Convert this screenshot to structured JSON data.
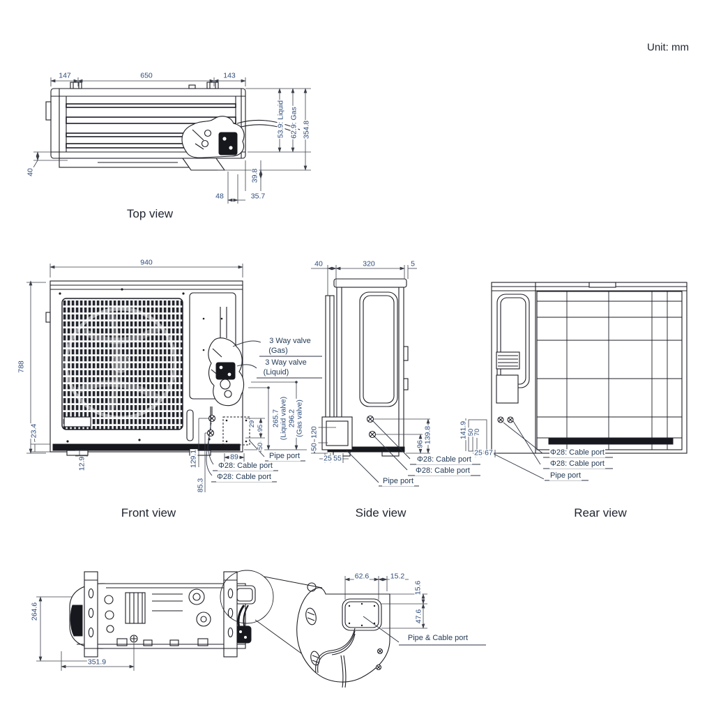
{
  "unit_note": "Unit: mm",
  "colors": {
    "line": "#1c1d24",
    "dim_line": "#3a3f49",
    "dim_text": "#2d4b78",
    "label_text": "#233a55"
  },
  "top": {
    "title": "Top view",
    "dims": {
      "w_left": "147",
      "w_mid": "650",
      "w_right": "143",
      "liquid": "53.9: Liquid",
      "gas": "62.9: Gas",
      "depth": "354.8",
      "h40": "40",
      "h48": "48",
      "h35_7": "35.7",
      "h39_8": "39.8"
    }
  },
  "front": {
    "title": "Front view",
    "dims": {
      "w": "940",
      "h": "788",
      "base_h": "23.4",
      "foot_h": "12.9",
      "port1_h": "129.1",
      "port2_h": "85.3",
      "box_w": "89",
      "p29": "29",
      "p95": "95",
      "p50": "50",
      "liquid_h": "265.7",
      "liquid_note": "(Liquid valve)",
      "gas_h": "296.2",
      "gas_note": "(Gas valve)"
    },
    "labels": {
      "valve_gas_line1": "3 Way valve",
      "valve_gas_line2": "(Gas)",
      "valve_liquid_line1": "3 Way valve",
      "valve_liquid_line2": "(Liquid)",
      "pipe_port": "Pipe port",
      "cable_port_1": "Φ28: Cable port",
      "cable_port_2": "Φ28: Cable port"
    }
  },
  "side": {
    "title": "Side view",
    "dims": {
      "d40": "40",
      "d320": "320",
      "d5": "5",
      "d120": "120",
      "d50": "50",
      "d25": "25",
      "d55": "55",
      "d96": "96",
      "d139_8": "139.8"
    },
    "labels": {
      "cable_port_1": "Φ28: Cable port",
      "cable_port_2": "Φ28: Cable port",
      "pipe_port": "Pipe port"
    }
  },
  "rear": {
    "title": "Rear view",
    "dims": {
      "d141_9": "141.9",
      "d50": "50",
      "d70": "70",
      "d25": "25",
      "d67": "67"
    },
    "labels": {
      "cable_port_1": "Φ28: Cable port",
      "cable_port_2": "Φ28: Cable port",
      "pipe_port": "Pipe port"
    }
  },
  "bottom": {
    "dims": {
      "d264_6": "264.6",
      "d351_9": "351.9"
    }
  },
  "detail": {
    "dims": {
      "d62_6": "62.6",
      "d15_2": "15.2",
      "d15_6": "15.6",
      "d47_6": "47.6"
    },
    "labels": {
      "pipe_cable_port": "Pipe & Cable port"
    }
  }
}
